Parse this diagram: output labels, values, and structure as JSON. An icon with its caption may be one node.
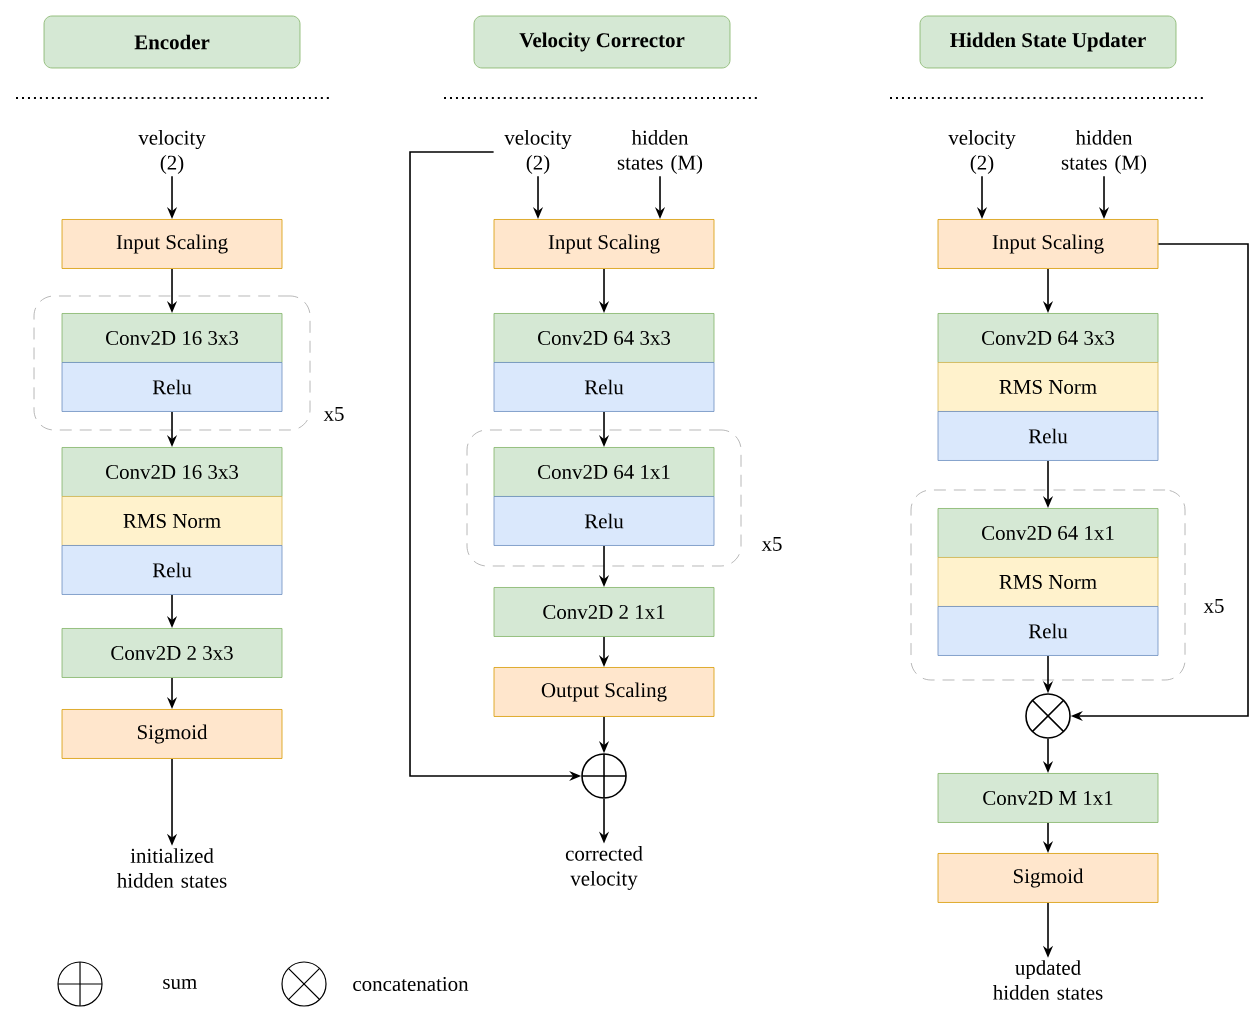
{
  "diagram": {
    "nodes": [
      {
        "text": [
          "Encoder"
        ]
      },
      {
        "text": [
          "velocity (2)"
        ]
      },
      {
        "text": [
          "Input Scaling"
        ]
      },
      {
        "text": [],
        "shape": "box",
        "beside": [
          "x5"
        ]
      },
      {
        "text": [
          "Conv2D 16 3x3"
        ],
        "in": 3
      },
      {
        "text": [
          "Relu"
        ],
        "in": 3
      },
      {
        "text": [
          "Conv2D 16 3x3"
        ]
      },
      {
        "text": [
          "RMS Norm"
        ]
      },
      {
        "text": [
          "Relu"
        ]
      },
      {
        "text": [
          "Conv2D 2 3x3"
        ]
      },
      {
        "text": [
          "Sigmoid"
        ]
      },
      {
        "text": [
          "initialized hidden states"
        ]
      },
      {
        "text": [
          "Velocity Corrector"
        ]
      },
      {
        "text": [
          "velocity (2)"
        ]
      },
      {
        "text": [
          "hidden states (M)"
        ]
      },
      {
        "text": [
          "Input Scaling"
        ]
      },
      {
        "text": [
          "Conv2D 64 3x3"
        ]
      },
      {
        "text": [
          "Relu"
        ]
      },
      {
        "text": [],
        "shape": "box",
        "beside": [
          "x5"
        ]
      },
      {
        "text": [
          "Conv2D 64 1x1"
        ],
        "in": 18
      },
      {
        "text": [
          "Relu"
        ],
        "in": 18
      },
      {
        "text": [
          "Conv2D 2 1x1"
        ]
      },
      {
        "text": [
          "Output Scaling"
        ]
      },
      {
        "text": [],
        "shape": "circle"
      },
      {
        "text": [
          "corrected velocity"
        ]
      },
      {
        "text": [
          "Hidden State Updater"
        ]
      },
      {
        "text": [
          "velocity (2)"
        ]
      },
      {
        "text": [
          "hidden states (M)"
        ]
      },
      {
        "text": [
          "Input Scaling"
        ]
      },
      {
        "text": [
          "Conv2D 64 3x3"
        ]
      },
      {
        "text": [
          "RMS Norm"
        ]
      },
      {
        "text": [
          "Relu"
        ]
      },
      {
        "text": [],
        "shape": "box",
        "beside": [
          "x5"
        ]
      },
      {
        "text": [
          "Conv2D 64 1x1"
        ],
        "in": 32
      },
      {
        "text": [
          "RMS Norm"
        ],
        "in": 32
      },
      {
        "text": [
          "Relu"
        ],
        "in": 32
      },
      {
        "text": [],
        "shape": "circle"
      },
      {
        "text": [
          "Conv2D M 1x1"
        ]
      },
      {
        "text": [
          "Sigmoid"
        ]
      },
      {
        "text": [
          "updated hidden states"
        ]
      }
    ],
    "edges": [
      {
        "from": 1,
        "to": 2,
        "arrow": "to"
      },
      {
        "from": 2,
        "to": 4,
        "arrow": "to"
      },
      {
        "from": 5,
        "to": 6,
        "arrow": "to"
      },
      {
        "from": 8,
        "to": 9,
        "arrow": "to"
      },
      {
        "from": 9,
        "to": 10,
        "arrow": "to"
      },
      {
        "from": 10,
        "to": 11,
        "arrow": "to"
      },
      {
        "from": 13,
        "to": 15,
        "arrow": "to"
      },
      {
        "from": 14,
        "to": 15,
        "arrow": "to"
      },
      {
        "from": 15,
        "to": 16,
        "arrow": "to"
      },
      {
        "from": 17,
        "to": 19,
        "arrow": "to"
      },
      {
        "from": 20,
        "to": 21,
        "arrow": "to"
      },
      {
        "from": 21,
        "to": 22,
        "arrow": "to"
      },
      {
        "from": 22,
        "to": 23,
        "arrow": "to"
      },
      {
        "from": 23,
        "to": 24,
        "arrow": "to"
      },
      {
        "from": 13,
        "to": 23,
        "arrow": "to"
      },
      {
        "from": 26,
        "to": 28,
        "arrow": "to"
      },
      {
        "from": 27,
        "to": 28,
        "arrow": "to"
      },
      {
        "from": 28,
        "to": 29,
        "arrow": "to"
      },
      {
        "from": 31,
        "to": 33,
        "arrow": "to"
      },
      {
        "from": 35,
        "to": 36,
        "arrow": "to"
      },
      {
        "from": 36,
        "to": 37,
        "arrow": "to"
      },
      {
        "from": 37,
        "to": 38,
        "arrow": "to"
      },
      {
        "from": 38,
        "to": 39,
        "arrow": "to"
      },
      {
        "from": 28,
        "to": 36,
        "arrow": "to"
      }
    ],
    "legend": [
      {
        "text": "sum"
      },
      {
        "text": "concatenation"
      }
    ]
  }
}
